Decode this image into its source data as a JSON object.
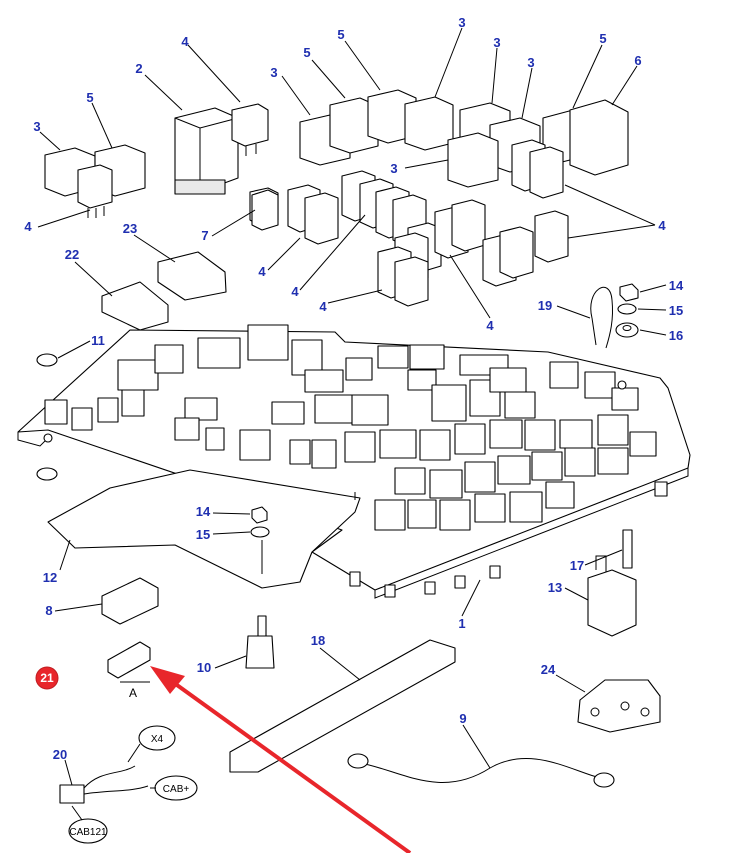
{
  "callouts": {
    "c4_top": "4",
    "c2": "2",
    "c3_a": "3",
    "c5_a": "5",
    "c5_b": "5",
    "c3_b": "3",
    "c3_c": "3",
    "c3_d": "3",
    "c5_c": "5",
    "c6": "6",
    "c5_left": "5",
    "c3_left": "3",
    "c4_left": "4",
    "c7": "7",
    "c3_mid": "3",
    "c4_right": "4",
    "c23": "23",
    "c22": "22",
    "c4_mid_a": "4",
    "c4_mid_b": "4",
    "c4_mid_c": "4",
    "c4_mid_d": "4",
    "c14_top": "14",
    "c15_top": "15",
    "c16": "16",
    "c19": "19",
    "c11": "11",
    "c14_mid": "14",
    "c15_mid": "15",
    "c12": "12",
    "c17": "17",
    "c13": "13",
    "c8": "8",
    "c1": "1",
    "c18": "18",
    "c10": "10",
    "c24": "24",
    "c9": "9",
    "c20": "20",
    "c21": "21"
  },
  "labels": {
    "view_a": "A",
    "plug_x4": "X4",
    "plug_cab_plus": "CAB+",
    "plug_cab121": "CAB121"
  },
  "colors": {
    "callout": "#1f2fb0",
    "highlight_badge": "#e8262b",
    "pointer_arrow": "#e8262b"
  }
}
